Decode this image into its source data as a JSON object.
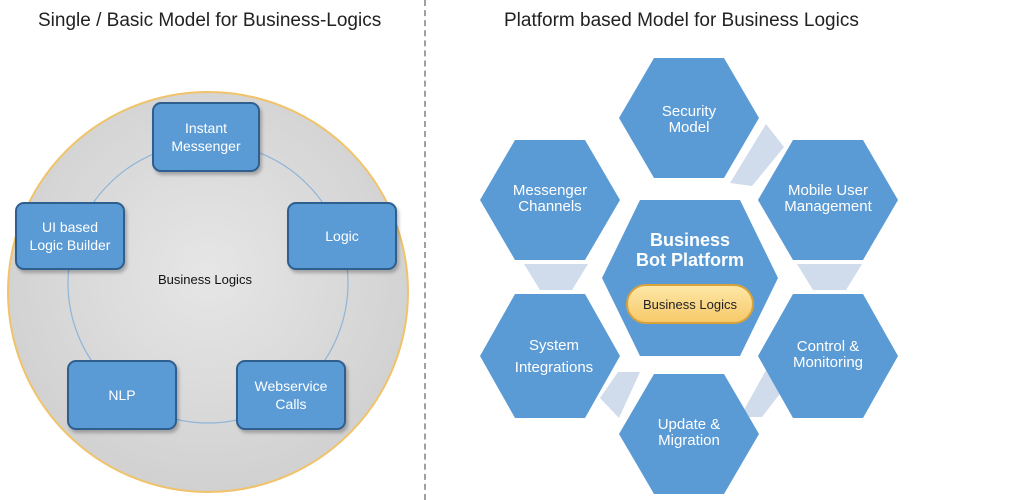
{
  "titles": {
    "left": "Single / Basic Model for Business-Logics",
    "right": "Platform based Model for Business Logics"
  },
  "left_model": {
    "center_label": "Business Logics",
    "nodes": {
      "instant_messenger": "Instant\nMessenger",
      "logic": "Logic",
      "ui_logic_builder": "UI based\nLogic Builder",
      "nlp": "NLP",
      "webservice_calls": "Webservice\nCalls"
    }
  },
  "right_model": {
    "center": "Business\nBot Platform",
    "center_pill": "Business Logics",
    "hexagons": {
      "security_model": "Security\nModel",
      "messenger_channels": "Messenger\nChannels",
      "mobile_user_management": "Mobile User\nManagement",
      "system_integrations": "System\nIntegrations",
      "control_monitoring": "Control &\nMonitoring",
      "update_migration": "Update &\nMigration"
    }
  },
  "colors": {
    "hex_fill": "#5b9bd5",
    "connector_fill": "#d0dcec",
    "circle_fill": "#d9d9d9",
    "circle_border": "#f0c36a",
    "pill_fill": "#f9d887"
  }
}
